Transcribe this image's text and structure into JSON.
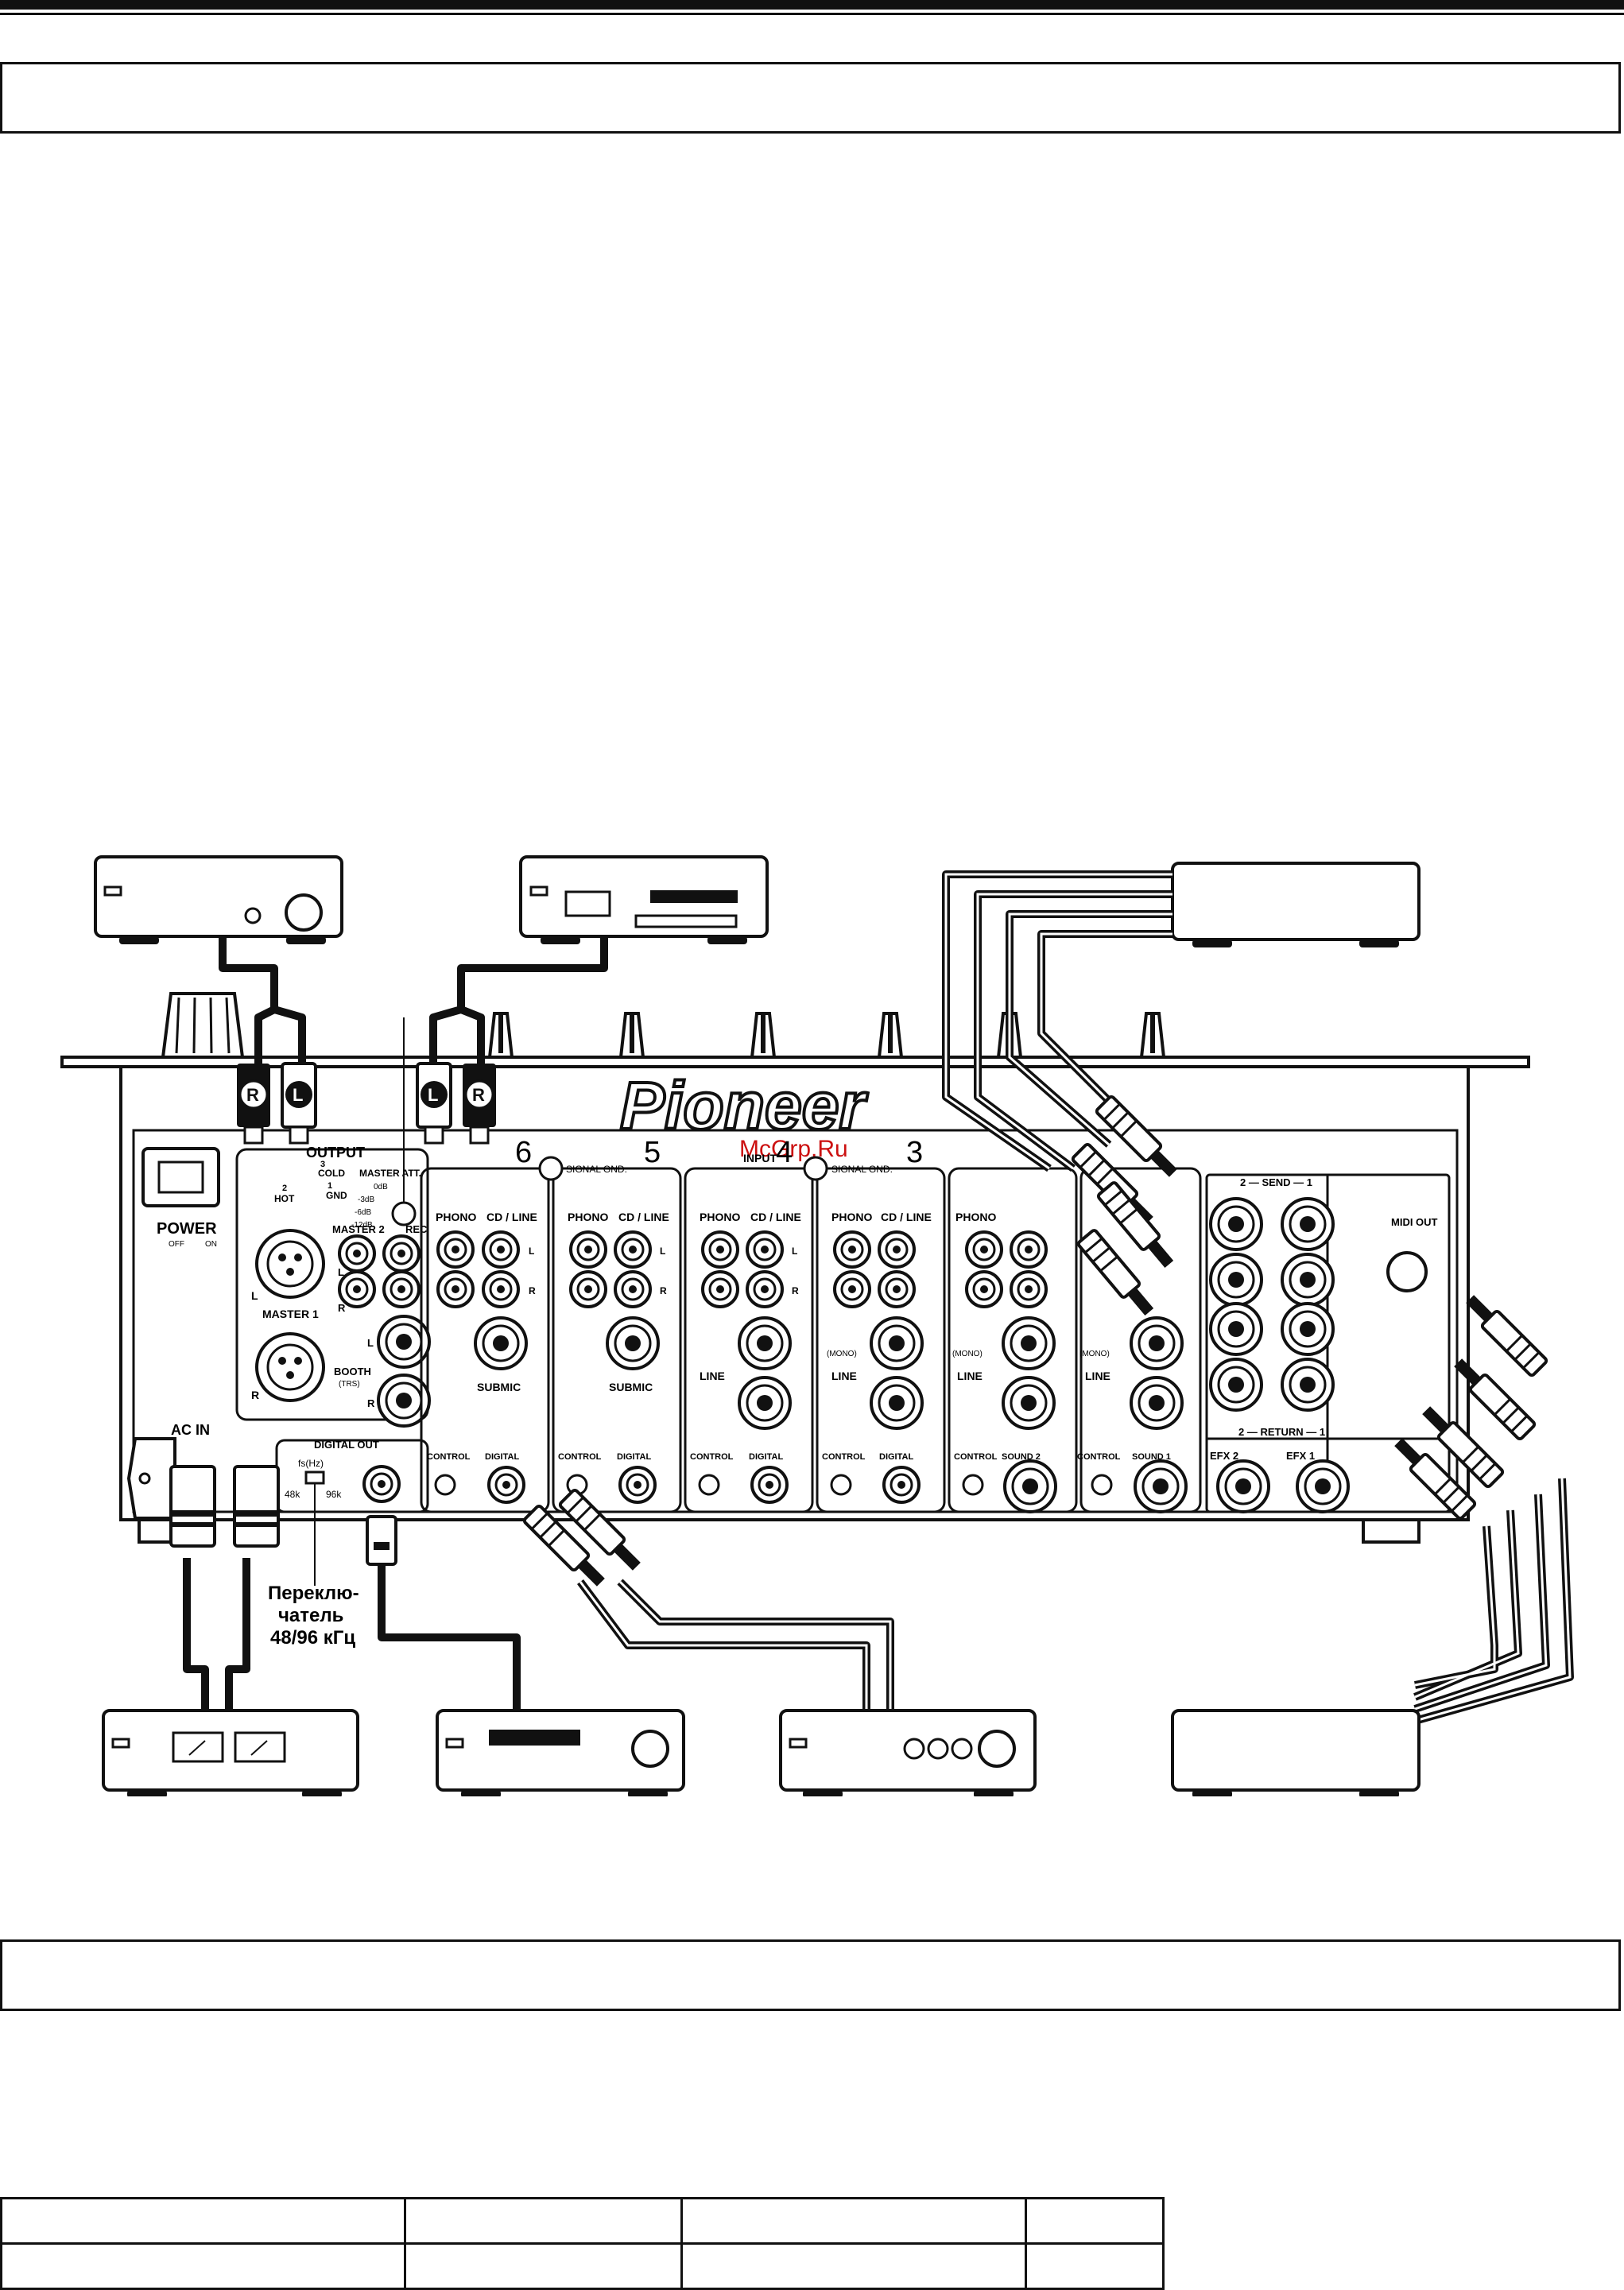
{
  "page": {
    "watermark": "McGrp.Ru"
  },
  "panel": {
    "brand": "Pioneer",
    "power_label": "POWER",
    "power_off": "OFF",
    "power_on": "ON",
    "ac_in": "AC IN",
    "output_label": "OUTPUT",
    "master1": "MASTER  1",
    "master2": "MASTER 2",
    "rec": "REC",
    "booth": "BOOTH",
    "booth_sub": "(TRS)",
    "cold": "COLD",
    "hot": "HOT",
    "gnd": "GND",
    "master_att": "MASTER ATT.",
    "att_0": "0dB",
    "att_3": "-3dB",
    "att_6": "-6dB",
    "att_12": "-12dB",
    "digital_out": "DIGITAL OUT",
    "fs": "fs(Hz)",
    "fs_48": "48k",
    "fs_96": "96k",
    "signal_gnd": "SIGNAL GND.",
    "input": "INPUT",
    "phono": "PHONO",
    "cd_line": "CD / LINE",
    "submic": "SUBMIC",
    "line": "LINE",
    "mono": "(MONO)",
    "control": "CONTROL",
    "digital": "DIGITAL",
    "sound1": "SOUND  1",
    "sound2": "SOUND  2",
    "send": "2 — SEND — 1",
    "return": "2 — RETURN — 1",
    "efx1": "EFX 1",
    "efx2": "EFX 2",
    "midi_out": "MIDI OUT",
    "ch6": "6",
    "ch5": "5",
    "ch4": "4",
    "ch3": "3",
    "L": "L",
    "R": "R",
    "n1": "1",
    "n2": "2",
    "n3": "3"
  },
  "callout": {
    "line1": "Переклю-",
    "line2": "чатель",
    "line3": "48/96 кГц"
  },
  "plugs": {
    "R": "R",
    "L": "L"
  }
}
